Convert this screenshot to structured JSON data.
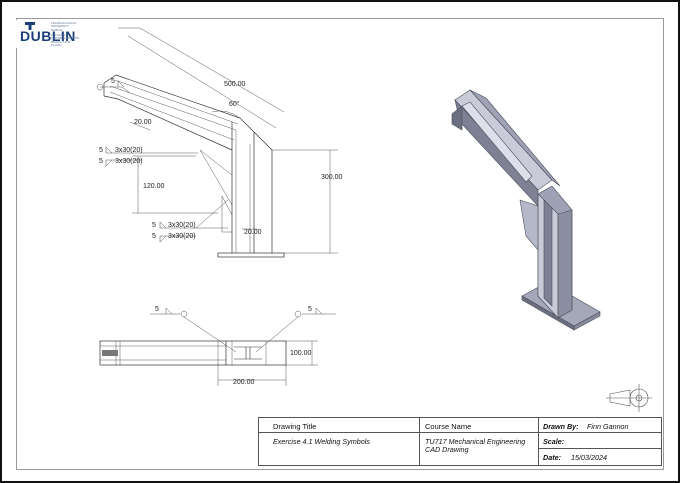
{
  "logo": {
    "wordmark": "DUBLIN",
    "subtitle_top": "TECHNOLOGICAL UNIVERSITY DUBLIN",
    "subtitle_bottom": "OLLSCOIL TEICNEOLAÍOCHTA BHAILE ÁTHA CLIATH"
  },
  "dimensions": {
    "length_top": "500.00",
    "angle": "60°",
    "offset": "20.00",
    "height_right": "300.00",
    "spacing_mid": "120.00",
    "plate_gap": "20.00",
    "depth_plan": "100.00",
    "width_plan": "200.00"
  },
  "welds": {
    "top_size": "5",
    "mid_size_a": "5",
    "mid_size_b": "5",
    "mid_spec_a": "3x30(20)",
    "mid_spec_b": "3x30(20)",
    "low_size_a": "5",
    "low_size_b": "5",
    "low_spec_a": "3x30(20)",
    "low_spec_b": "3x30(20)",
    "plan_left_size": "5",
    "plan_right_size": "5"
  },
  "title_block": {
    "drawing_title_label": "Drawing Title",
    "drawing_title_value": "Exercise 4.1 Welding Symbols",
    "course_name_label": "Course Name",
    "course_name_line1": "TU717 Mechanical Engineering",
    "course_name_line2": "CAD Drawing",
    "drawn_by_label": "Drawn By:",
    "drawn_by_value": "Finn Gannon",
    "scale_label": "Scale:",
    "scale_value": "",
    "date_label": "Date:",
    "date_value": "15/03/2024"
  },
  "colors": {
    "steel_light": "#c9ccd8",
    "steel_mid": "#9ea2b4",
    "steel_dark": "#6b6f80",
    "logo_blue": "#1c3f7a"
  }
}
